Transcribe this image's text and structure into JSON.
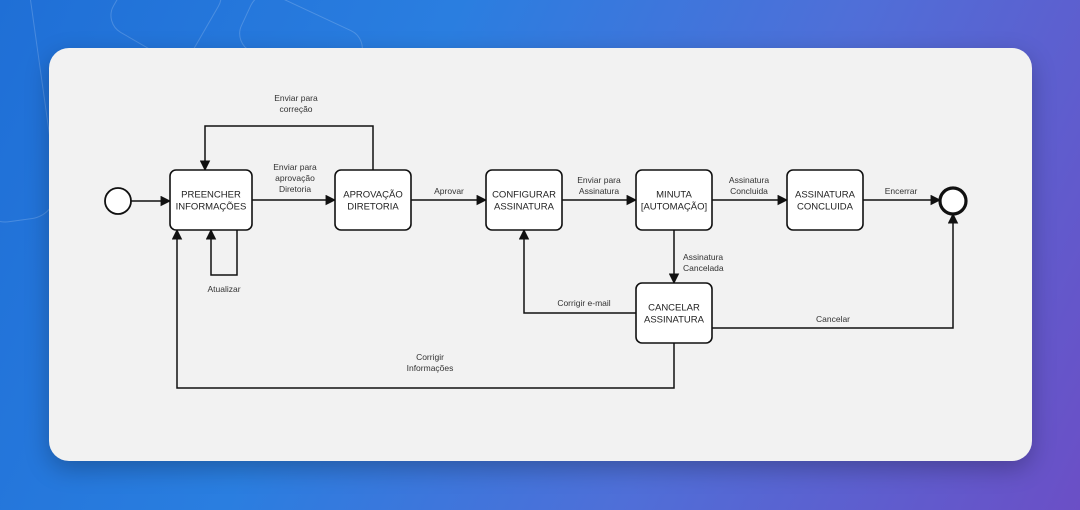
{
  "colors": {
    "background_start": "#1f6fd6",
    "background_end": "#6b4fc6",
    "card": "#f2f2f2",
    "stroke": "#111111",
    "node_fill": "#ffffff"
  },
  "nodes": [
    {
      "id": "start",
      "type": "start-event",
      "lines": []
    },
    {
      "id": "preencher",
      "type": "task",
      "lines": [
        "PREENCHER",
        "INFORMAÇÕES"
      ]
    },
    {
      "id": "aprovacao",
      "type": "task",
      "lines": [
        "APROVAÇÃO",
        "DIRETORIA"
      ]
    },
    {
      "id": "configurar",
      "type": "task",
      "lines": [
        "CONFIGURAR",
        "ASSINATURA"
      ]
    },
    {
      "id": "minuta",
      "type": "task",
      "lines": [
        "MINUTA",
        "[AUTOMAÇÃO]"
      ]
    },
    {
      "id": "concluida",
      "type": "task",
      "lines": [
        "ASSINATURA",
        "CONCLUIDA"
      ]
    },
    {
      "id": "cancelar",
      "type": "task",
      "lines": [
        "CANCELAR",
        "ASSINATURA"
      ]
    },
    {
      "id": "end",
      "type": "end-event",
      "lines": []
    }
  ],
  "edges": [
    {
      "id": "start-preencher",
      "from": "start",
      "to": "preencher",
      "lines": []
    },
    {
      "id": "preencher-aprovacao",
      "from": "preencher",
      "to": "aprovacao",
      "lines": [
        "Enviar para",
        "aprovação",
        "Diretoria"
      ]
    },
    {
      "id": "aprovacao-preencher",
      "from": "aprovacao",
      "to": "preencher",
      "lines": [
        "Enviar para",
        "correção"
      ]
    },
    {
      "id": "preencher-self",
      "from": "preencher",
      "to": "preencher",
      "lines": [
        "Atualizar"
      ]
    },
    {
      "id": "aprovacao-configurar",
      "from": "aprovacao",
      "to": "configurar",
      "lines": [
        "Aprovar"
      ]
    },
    {
      "id": "configurar-minuta",
      "from": "configurar",
      "to": "minuta",
      "lines": [
        "Enviar para",
        "Assinatura"
      ]
    },
    {
      "id": "minuta-concluida",
      "from": "minuta",
      "to": "concluida",
      "lines": [
        "Assinatura",
        "Concluida"
      ]
    },
    {
      "id": "concluida-end",
      "from": "concluida",
      "to": "end",
      "lines": [
        "Encerrar"
      ]
    },
    {
      "id": "minuta-cancelar",
      "from": "minuta",
      "to": "cancelar",
      "lines": [
        "Assinatura",
        "Cancelada"
      ]
    },
    {
      "id": "cancelar-configurar",
      "from": "cancelar",
      "to": "configurar",
      "lines": [
        "Corrigir e-mail"
      ]
    },
    {
      "id": "cancelar-end",
      "from": "cancelar",
      "to": "end",
      "lines": [
        "Cancelar"
      ]
    },
    {
      "id": "cancelar-preencher",
      "from": "cancelar",
      "to": "preencher",
      "lines": [
        "Corrigir",
        "Informações"
      ]
    }
  ]
}
